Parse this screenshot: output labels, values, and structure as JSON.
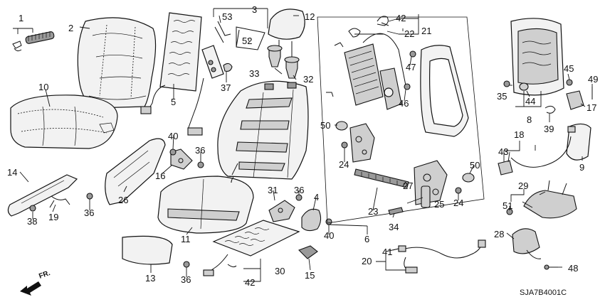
{
  "diagram": {
    "code": "SJA7B4001C",
    "direction_label": "FR.",
    "callouts": [
      "1",
      "2",
      "3",
      "4",
      "5",
      "6",
      "7",
      "8",
      "9",
      "10",
      "11",
      "12",
      "13",
      "14",
      "15",
      "16",
      "17",
      "18",
      "19",
      "20",
      "21",
      "22",
      "23",
      "24",
      "25",
      "26",
      "27",
      "28",
      "29",
      "30",
      "31",
      "32",
      "33",
      "34",
      "35",
      "36",
      "37",
      "38",
      "39",
      "40",
      "41",
      "42",
      "43",
      "44",
      "45",
      "46",
      "47",
      "48",
      "49",
      "50",
      "51",
      "52",
      "53"
    ]
  }
}
